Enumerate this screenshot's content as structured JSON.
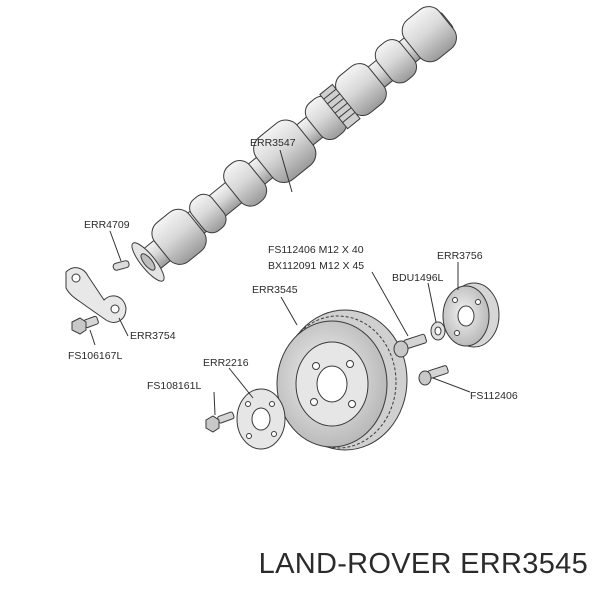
{
  "parts": {
    "camshaft": "ERR3547",
    "dowel": "ERR4709",
    "bracket": "ERR3754",
    "bracket_bolt": "FS106167L",
    "bolt_a": "FS112406 M12 X 40",
    "bolt_b": "BX112091 M12 X 45",
    "pulley": "ERR3545",
    "washer": "BDU1496L",
    "hub": "ERR3756",
    "hub_bolt": "FS112406",
    "plate": "ERR2216",
    "plate_bolt": "FS108161L"
  },
  "footer": {
    "brand_part": "LAND-ROVER ERR3545"
  }
}
